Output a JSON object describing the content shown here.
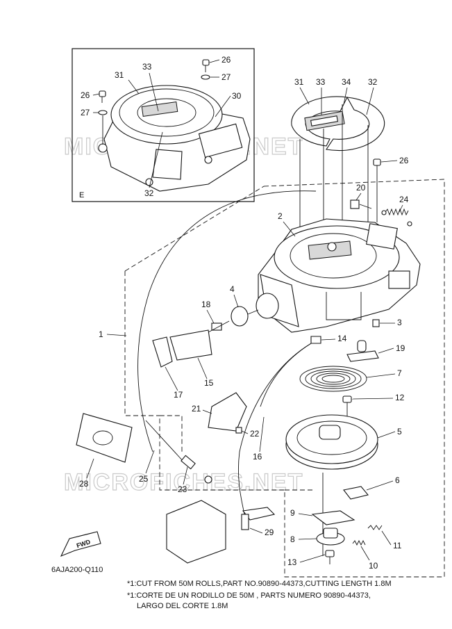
{
  "diagram": {
    "ref_code": "6AJA200-Q110",
    "inset_tag": "E",
    "fwd_label": "FWD",
    "watermark": "MICROFICHES.NET",
    "notes": [
      "*1:CUT FROM 50M ROLLS,PART NO.90890-44373,CUTTING LENGTH 1.8M",
      "*1:CORTE DE UN RODILLO DE 50M , PARTS NUMERO 90890-44373,",
      "LARGO DEL CORTE 1.8M"
    ],
    "callouts": {
      "inset": [
        "33",
        "26",
        "27",
        "31",
        "30",
        "26",
        "27",
        "32"
      ],
      "main": [
        "31",
        "33",
        "34",
        "32",
        "26",
        "20",
        "24",
        "2",
        "4",
        "18",
        "3",
        "1",
        "14",
        "19",
        "7",
        "17",
        "15",
        "21",
        "12",
        "5",
        "22",
        "16",
        "28",
        "25",
        "23",
        "6",
        "9",
        "29",
        "11",
        "8",
        "10",
        "13"
      ]
    }
  }
}
